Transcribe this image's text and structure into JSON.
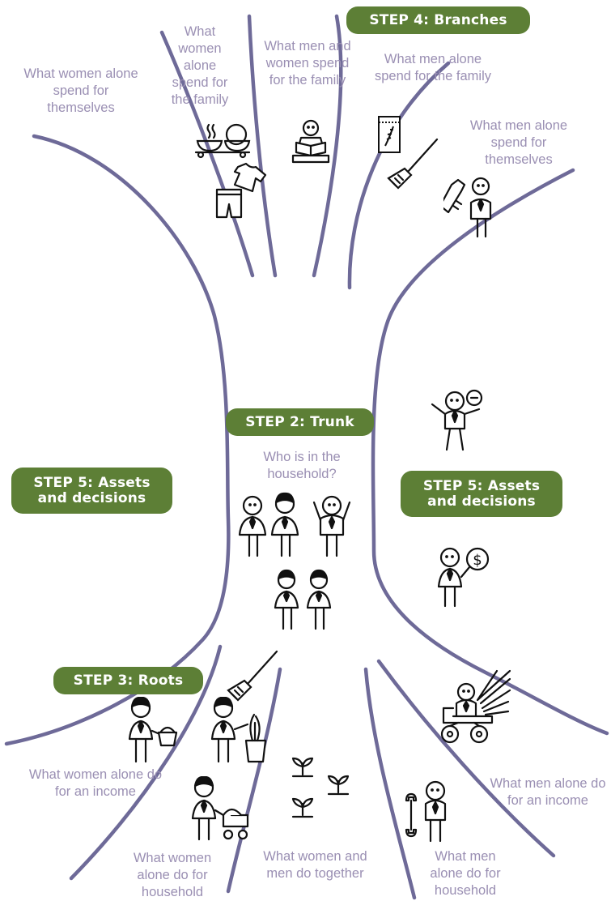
{
  "steps": {
    "branches": "STEP 4: Branches",
    "trunk": "STEP 2: Trunk",
    "roots": "STEP 3: Roots",
    "assets_left": "STEP 5: Assets and decisions",
    "assets_right": "STEP 5: Assets and decisions"
  },
  "branches": {
    "women_self": "What women alone spend for themselves",
    "women_family": "What women alone spend for the family",
    "both_family": "What men and women spend for the family",
    "men_family": "What men alone spend for the family",
    "men_self": "What men alone spend for themselves"
  },
  "trunk": {
    "question": "Who is in the household?"
  },
  "roots": {
    "women_income": "What women alone do for an income",
    "women_household": "What women alone do for household",
    "together": "What women and men do together",
    "men_household": "What men alone do for household",
    "men_income": "What men alone do for an income"
  },
  "icons": [
    "bowls-icon",
    "clothes-icon",
    "reading-person-icon",
    "seed-packet-icon",
    "broom-icon",
    "man-with-bottle-icon",
    "talking-person-icon",
    "man-with-money-icon",
    "family-group-icon",
    "woman-with-basket-icon",
    "woman-with-plant-icon",
    "woman-with-stroller-icon",
    "seedlings-icon",
    "man-with-wrench-icon",
    "man-on-cart-icon"
  ],
  "colors": {
    "line": "#6e6a98",
    "pill": "#5d7f36",
    "label": "#9a8fb3"
  }
}
